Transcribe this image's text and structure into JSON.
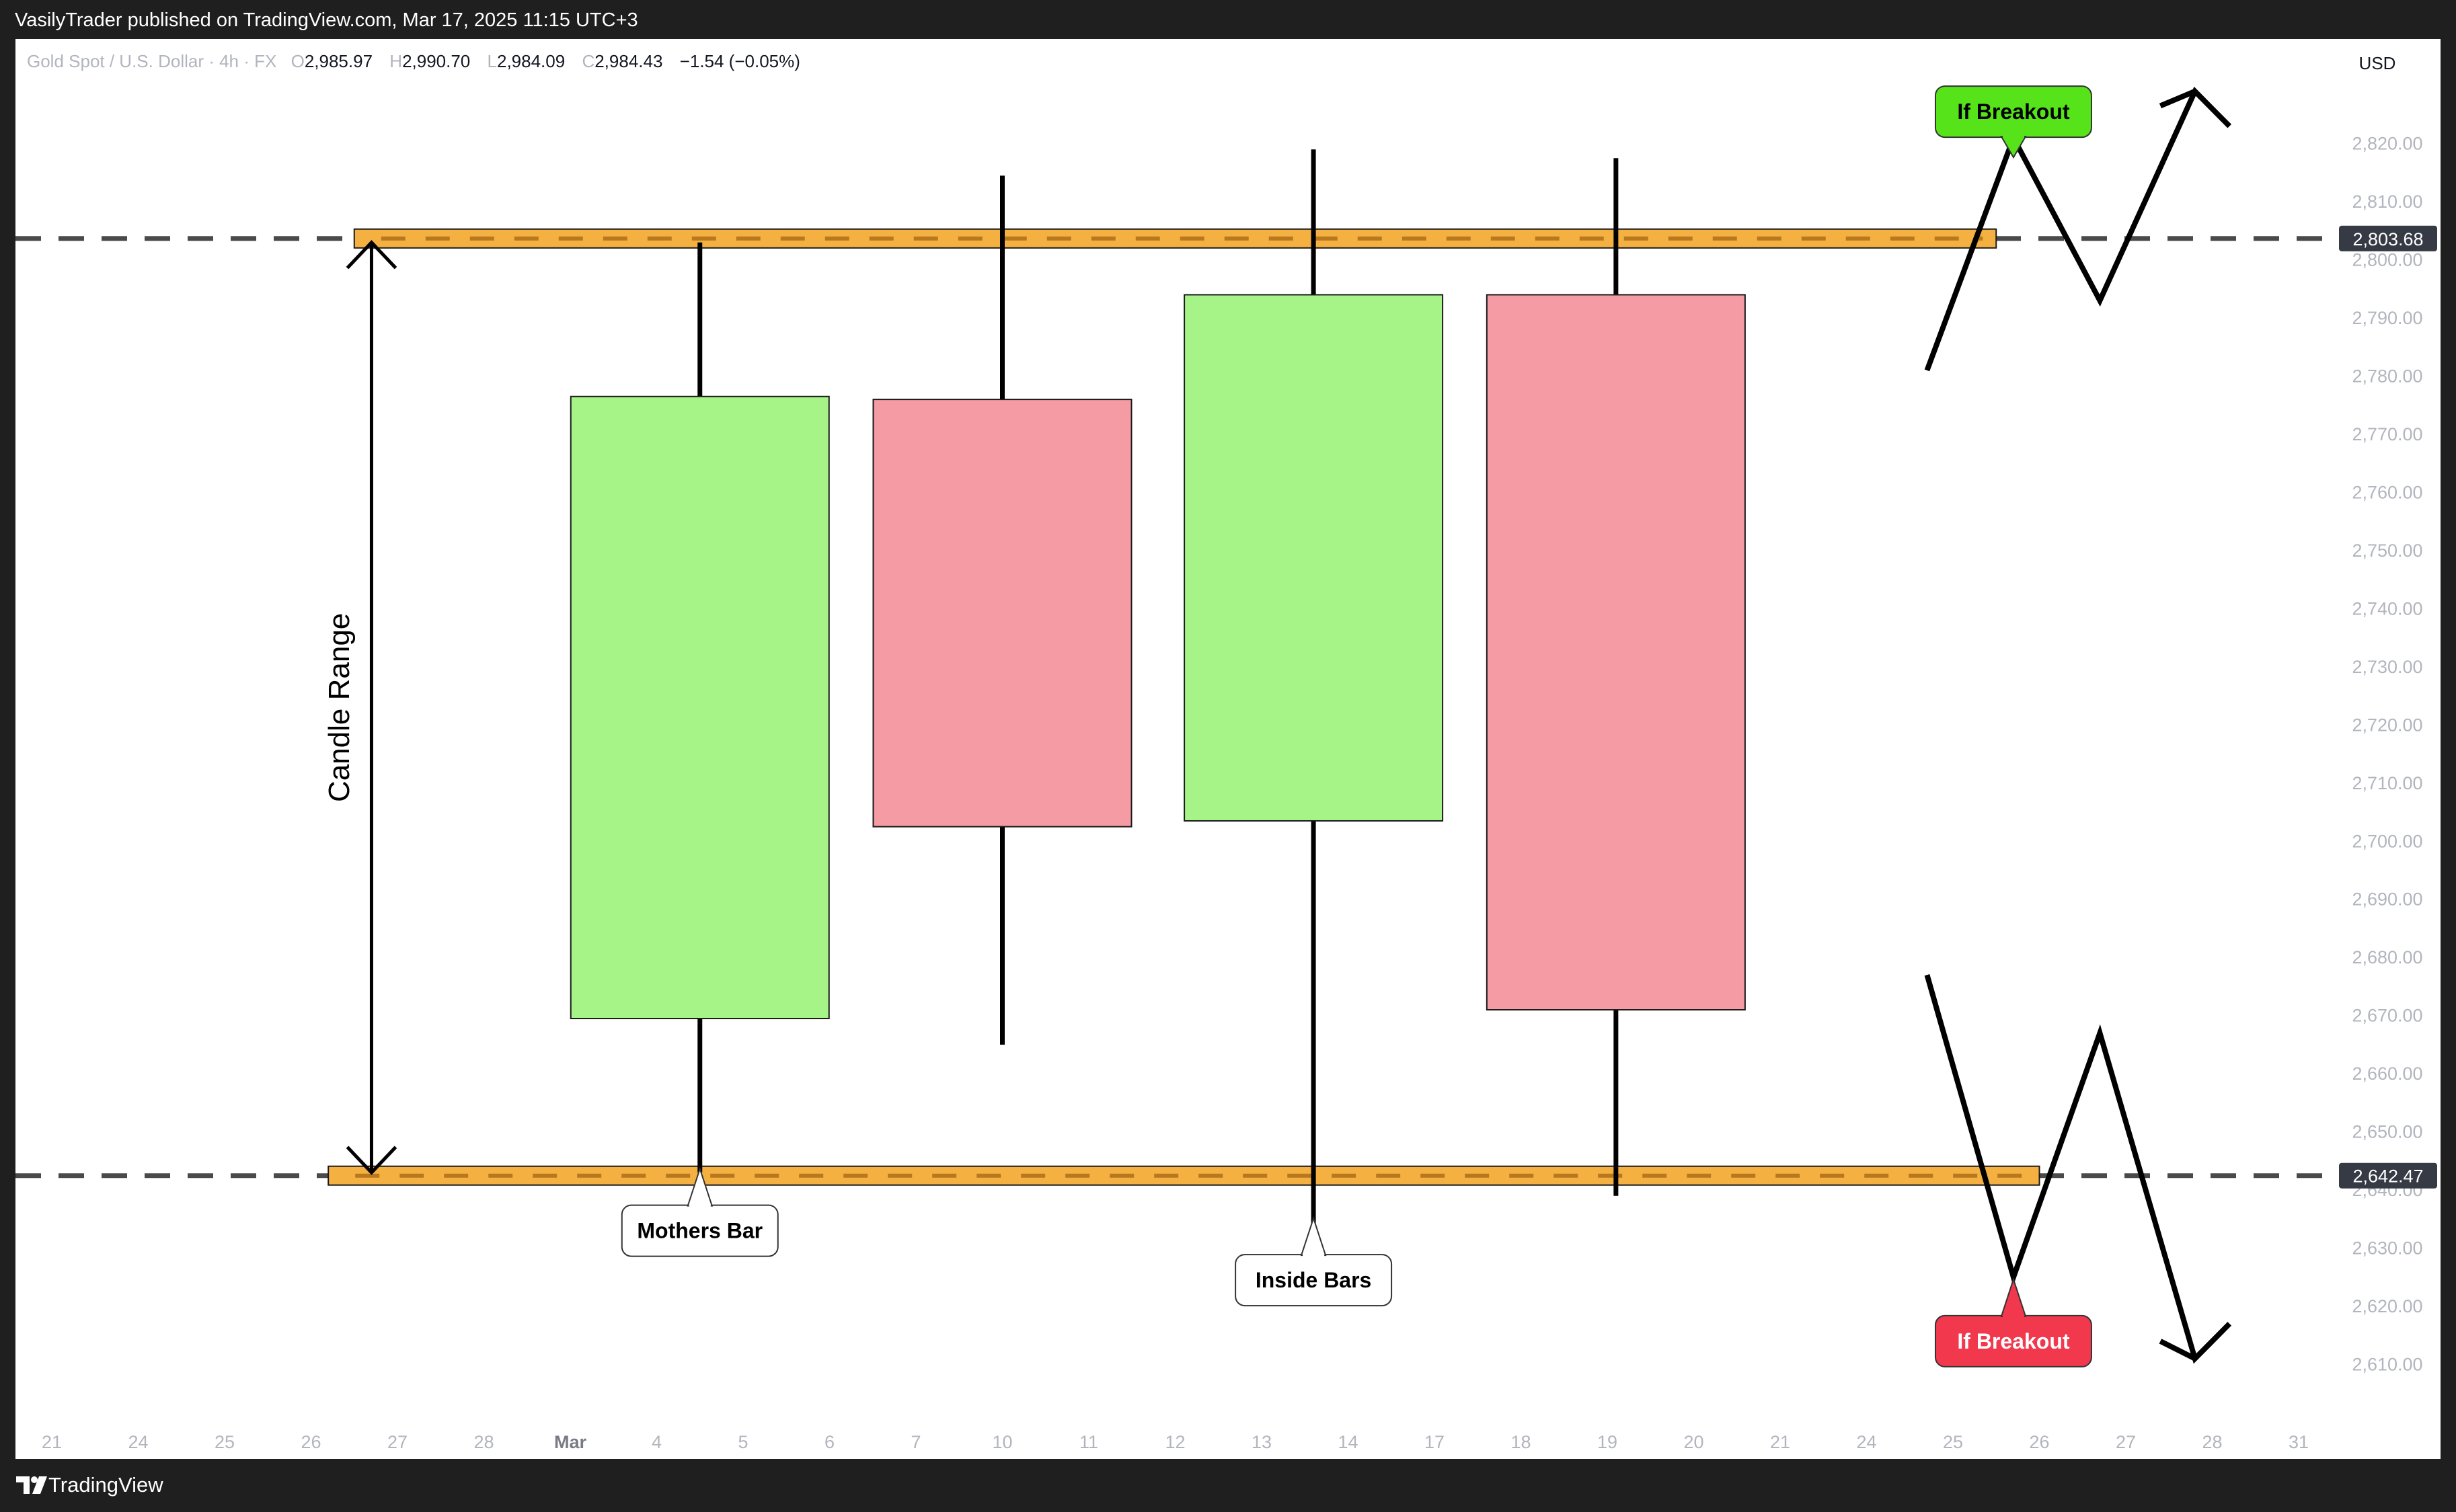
{
  "publish_line": "VasilyTrader published on TradingView.com, Mar 17, 2025 11:15 UTC+3",
  "legend": {
    "symbol": "Gold Spot / U.S. Dollar · 4h · FX",
    "o_label": "O",
    "o": "2,985.97",
    "h_label": "H",
    "h": "2,990.70",
    "l_label": "L",
    "l": "2,984.09",
    "c_label": "C",
    "c": "2,984.43",
    "change": "−1.54 (−0.05%)"
  },
  "currency": "USD",
  "footer_brand": "TradingView",
  "colors": {
    "bull": "#a6f487",
    "bear": "#f59ba3",
    "band": "#f5b042",
    "band_dash": "#b8781e",
    "green_label": "#56e31a",
    "red_label": "#f2384d",
    "dark_tag": "#363a45"
  },
  "chart_data": {
    "type": "candlestick",
    "title": "",
    "ylim": [
      2603,
      2838
    ],
    "yticks": [
      2610,
      2620,
      2630,
      2640,
      2650,
      2660,
      2670,
      2680,
      2690,
      2700,
      2710,
      2720,
      2730,
      2740,
      2750,
      2760,
      2770,
      2780,
      2790,
      2800,
      2810,
      2820
    ],
    "ytick_labels": [
      "2,610.00",
      "2,620.00",
      "2,630.00",
      "2,640.00",
      "2,650.00",
      "2,660.00",
      "2,670.00",
      "2,680.00",
      "2,690.00",
      "2,700.00",
      "2,710.00",
      "2,720.00",
      "2,730.00",
      "2,740.00",
      "2,750.00",
      "2,760.00",
      "2,770.00",
      "2,780.00",
      "2,790.00",
      "2,800.00",
      "2,810.00",
      "2,820.00"
    ],
    "x_labels": [
      "21",
      "24",
      "25",
      "26",
      "27",
      "28",
      "Mar",
      "4",
      "5",
      "6",
      "7",
      "10",
      "11",
      "12",
      "13",
      "14",
      "17",
      "18",
      "19",
      "20",
      "21",
      "24",
      "25",
      "26",
      "27",
      "28",
      "31"
    ],
    "candles": [
      {
        "x": 7.5,
        "open": 2669.5,
        "high": 2803.0,
        "low": 2643.0,
        "close": 2776.5
      },
      {
        "x": 11.0,
        "open": 2776.0,
        "high": 2814.5,
        "low": 2665.0,
        "close": 2702.5
      },
      {
        "x": 14.6,
        "open": 2703.5,
        "high": 2819.0,
        "low": 2632.0,
        "close": 2794.0
      },
      {
        "x": 18.1,
        "open": 2794.0,
        "high": 2817.5,
        "low": 2639.0,
        "close": 2671.0
      }
    ],
    "levels": [
      {
        "value": 2803.68,
        "label": "2,803.68",
        "band_from": 3.5,
        "band_to": 22.5
      },
      {
        "value": 2642.47,
        "label": "2,642.47",
        "band_from": 3.2,
        "band_to": 23.0
      }
    ],
    "breakout_up_path": [
      [
        21.7,
        2781
      ],
      [
        22.7,
        2821
      ],
      [
        23.7,
        2793
      ],
      [
        24.8,
        2829
      ],
      [
        25.2,
        2823
      ]
    ],
    "breakout_up_head": [
      [
        24.4,
        2826.5
      ],
      [
        24.8,
        2829
      ]
    ],
    "breakout_down_path": [
      [
        21.7,
        2677
      ],
      [
        22.7,
        2625
      ],
      [
        23.7,
        2667
      ],
      [
        24.8,
        2611
      ],
      [
        25.2,
        2617
      ]
    ],
    "breakout_down_head": [
      [
        24.4,
        2614
      ],
      [
        24.8,
        2611
      ]
    ],
    "range_arrow": {
      "x": 3.7,
      "top": 2803,
      "bottom": 2643
    },
    "annotations": [
      {
        "text": "If Breakout",
        "style": "green",
        "x": 22.7,
        "y": 2825.5,
        "pointer": "down"
      },
      {
        "text": "If Breakout",
        "style": "red",
        "x": 22.7,
        "y": 2614,
        "pointer": "up"
      },
      {
        "text": "Mothers Bar",
        "style": "white",
        "x": 7.5,
        "y": 2633,
        "pointer": "up"
      },
      {
        "text": "Inside Bars",
        "style": "white",
        "x": 14.6,
        "y": 2624.5,
        "pointer": "up"
      },
      {
        "text": "Candle Range",
        "style": "vertical",
        "x": 3.35,
        "y": 2723
      }
    ]
  }
}
